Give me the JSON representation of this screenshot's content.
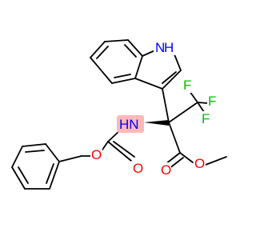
{
  "molecule": {
    "atoms": {
      "indole_nh": {
        "text": "H",
        "prefix": "N",
        "color": "#0000ff"
      },
      "f1": {
        "text": "F",
        "color": "#00c000"
      },
      "f2": {
        "text": "F",
        "color": "#00c000"
      },
      "f3": {
        "text": "F",
        "color": "#00c000"
      },
      "amide_nh": {
        "text": "HN",
        "color": "#0000ff",
        "halo": "#ffb8b8"
      },
      "carbamate_o_ring": {
        "text": "O",
        "color": "#ff0000"
      },
      "carbamate_o_carbonyl": {
        "text": "O",
        "color": "#ff0000"
      },
      "ester_o_carbonyl": {
        "text": "O",
        "color": "#ff0000"
      },
      "ester_o_methoxy": {
        "text": "O",
        "color": "#ff0000"
      }
    },
    "bond_color": "#000000"
  }
}
